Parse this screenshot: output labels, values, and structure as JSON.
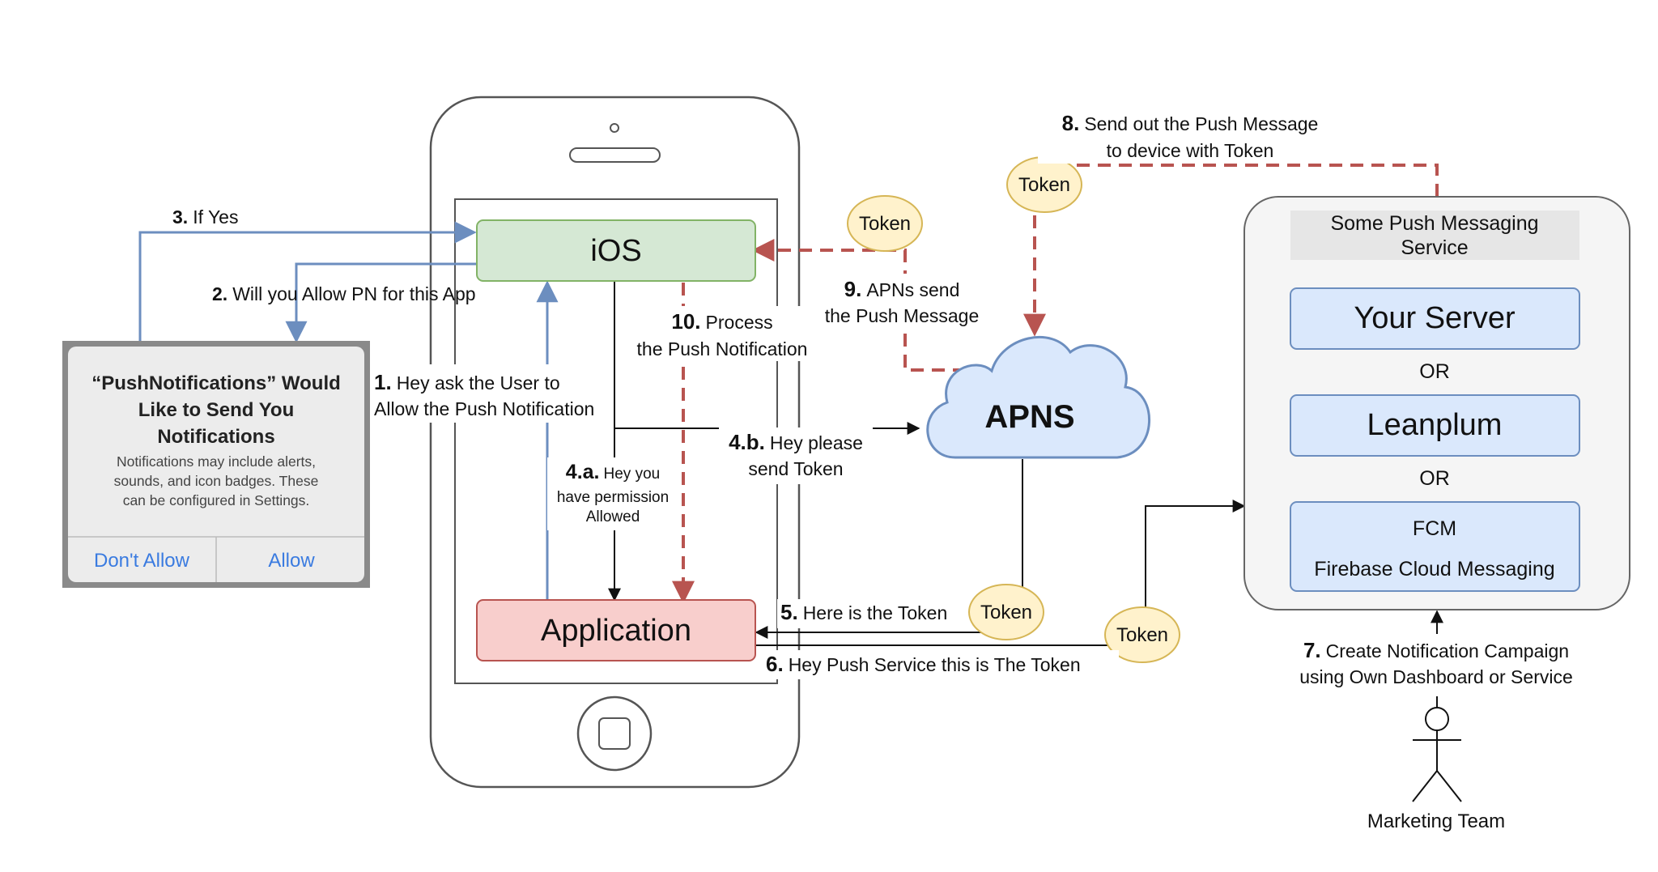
{
  "nodes": {
    "ios": "iOS",
    "application": "Application",
    "apns": "APNS",
    "service_header": [
      "Some Push Messaging",
      "Service"
    ],
    "your_server": "Your Server",
    "or_1": "OR",
    "leanplum": "Leanplum",
    "or_2": "OR",
    "fcm": [
      "FCM",
      "Firebase Cloud Messaging"
    ],
    "marketing_team": "Marketing Team"
  },
  "alert": {
    "title": [
      "“PushNotifications” Would",
      "Like to Send You",
      "Notifications"
    ],
    "body": [
      "Notifications may include alerts,",
      "sounds, and icon badges. These",
      "can be configured in Settings."
    ],
    "dont_allow": "Don't Allow",
    "allow": "Allow"
  },
  "token_label": "Token",
  "steps": {
    "s1": {
      "num": "1.",
      "lines": [
        "Hey ask the User to",
        "Allow the Push Notification"
      ]
    },
    "s2": {
      "num": "2.",
      "text": "Will you Allow PN for this App"
    },
    "s3": {
      "num": "3.",
      "text": "If Yes"
    },
    "s4a": {
      "num": "4.a.",
      "lines": [
        "Hey you",
        "have permission",
        "Allowed"
      ]
    },
    "s4b": {
      "num": "4.b.",
      "lines": [
        "Hey please",
        "send Token"
      ]
    },
    "s5": {
      "num": "5.",
      "text": "Here is the Token"
    },
    "s6": {
      "num": "6.",
      "text": "Hey Push Service this is The Token"
    },
    "s7": {
      "num": "7.",
      "lines": [
        "Create Notification Campaign",
        "using Own Dashboard or Service"
      ]
    },
    "s8": {
      "num": "8.",
      "lines": [
        "Send out the Push Message",
        "to device with Token"
      ]
    },
    "s9": {
      "num": "9.",
      "lines": [
        "APNs send",
        "the Push Message"
      ]
    },
    "s10": {
      "num": "10.",
      "lines": [
        "Process",
        "the Push Notification"
      ]
    }
  },
  "colors": {
    "ios_fill": "#d5e8d4",
    "ios_stroke": "#82b366",
    "app_fill": "#f8cecc",
    "app_stroke": "#b85450",
    "blue_fill": "#dae8fc",
    "blue_stroke": "#6c8ebf",
    "token_fill": "#fff2cc",
    "token_stroke": "#d6b656",
    "red_dash": "#b85450",
    "blue_arrow": "#6c8ebf"
  }
}
